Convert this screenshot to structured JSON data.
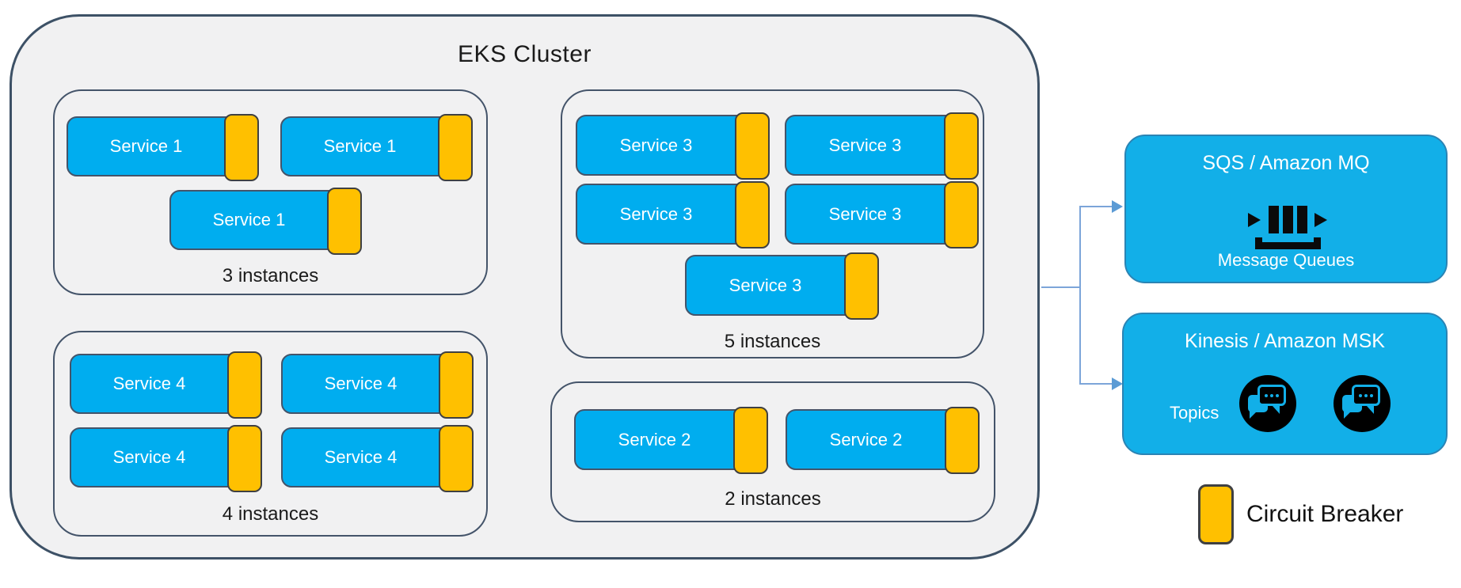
{
  "cluster": {
    "title": "EKS Cluster",
    "groups": [
      {
        "service_label": "Service 1",
        "instances": "3 instances",
        "count": 3
      },
      {
        "service_label": "Service 4",
        "instances": "4 instances",
        "count": 4
      },
      {
        "service_label": "Service 3",
        "instances": "5 instances",
        "count": 5
      },
      {
        "service_label": "Service 2",
        "instances": "2 instances",
        "count": 2
      }
    ]
  },
  "targets": [
    {
      "title": "SQS / Amazon MQ",
      "caption": "Message Queues",
      "icon": "message-queue-icon"
    },
    {
      "title": "Kinesis / Amazon MSK",
      "caption": "Topics",
      "icon": "chat-bubbles-icon"
    }
  ],
  "legend": {
    "label": "Circuit Breaker",
    "swatch": "circuit-breaker"
  },
  "colors": {
    "service_fill": "#00ADEF",
    "target_fill": "#12AFE8",
    "circuit_breaker_fill": "#FFC000",
    "outline": "#44546A",
    "cluster_fill": "#F1F1F2",
    "connector_line": "#7CA5D9",
    "arrowhead": "#5B9BD5"
  }
}
